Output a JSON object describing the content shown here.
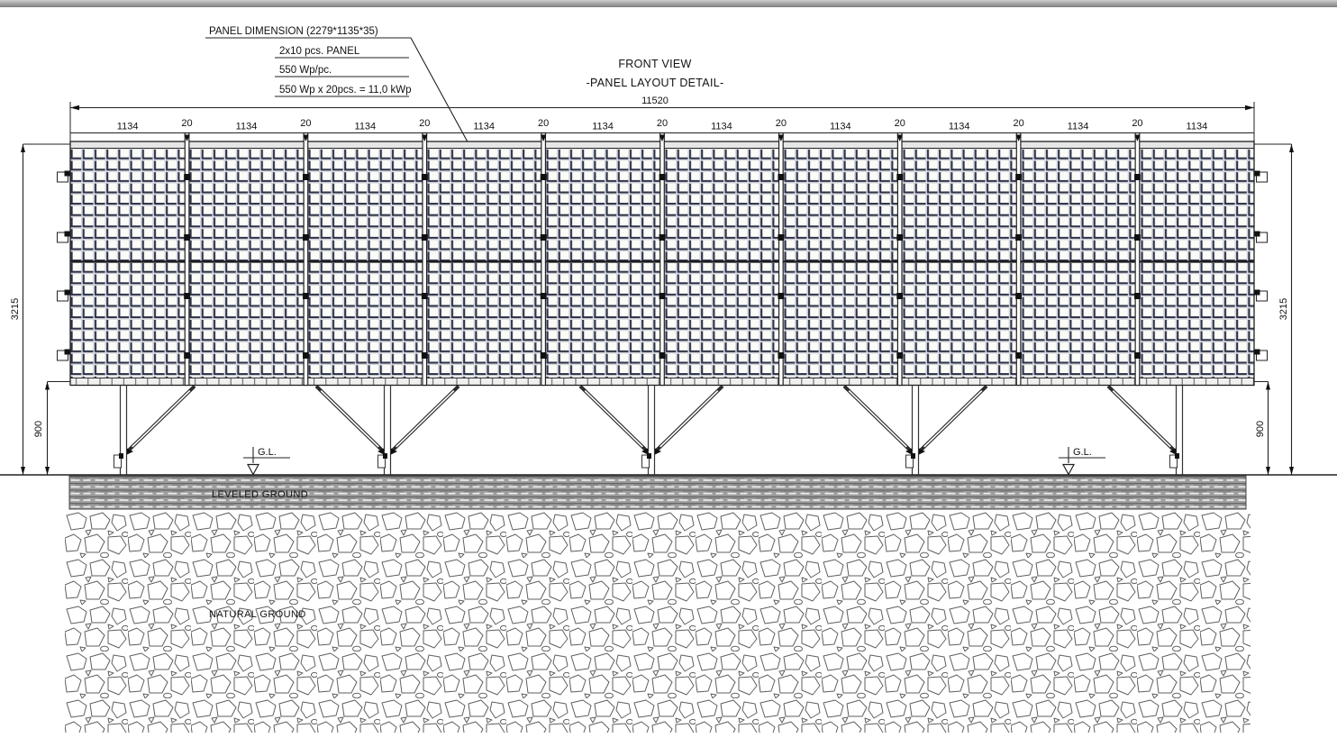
{
  "annotation": {
    "line1": "PANEL DIMENSION (2279*1135*35)",
    "line2": "2x10 pcs. PANEL",
    "line3": "550 Wp/pc.",
    "line4": "550 Wp x 20pcs. = 11,0 kWp"
  },
  "title": {
    "line1": "FRONT VIEW",
    "line2": "-PANEL LAYOUT DETAIL-"
  },
  "dimensions": {
    "overall": "11520",
    "panel": "1134",
    "gap": "20",
    "height_left": "3215",
    "height_right": "3215",
    "clearance_left": "900",
    "clearance_right": "900"
  },
  "ground": {
    "gl_left": "G.L.",
    "gl_right": "G.L.",
    "leveled": "LEVELED GROUND",
    "natural": "NATURAL GROUND"
  },
  "array": {
    "columns": 10,
    "rows": 2,
    "gaps": 9,
    "posts": 5,
    "clamps_per_joint": 4
  },
  "colors": {
    "line": "#222222",
    "cell_dark": "#2d3248",
    "cell_light": "#c9ccd6",
    "cell_bg": "#fbfbf7",
    "band_gray": "#9e9e9e",
    "chrome_bar": "#a9a9a9"
  }
}
